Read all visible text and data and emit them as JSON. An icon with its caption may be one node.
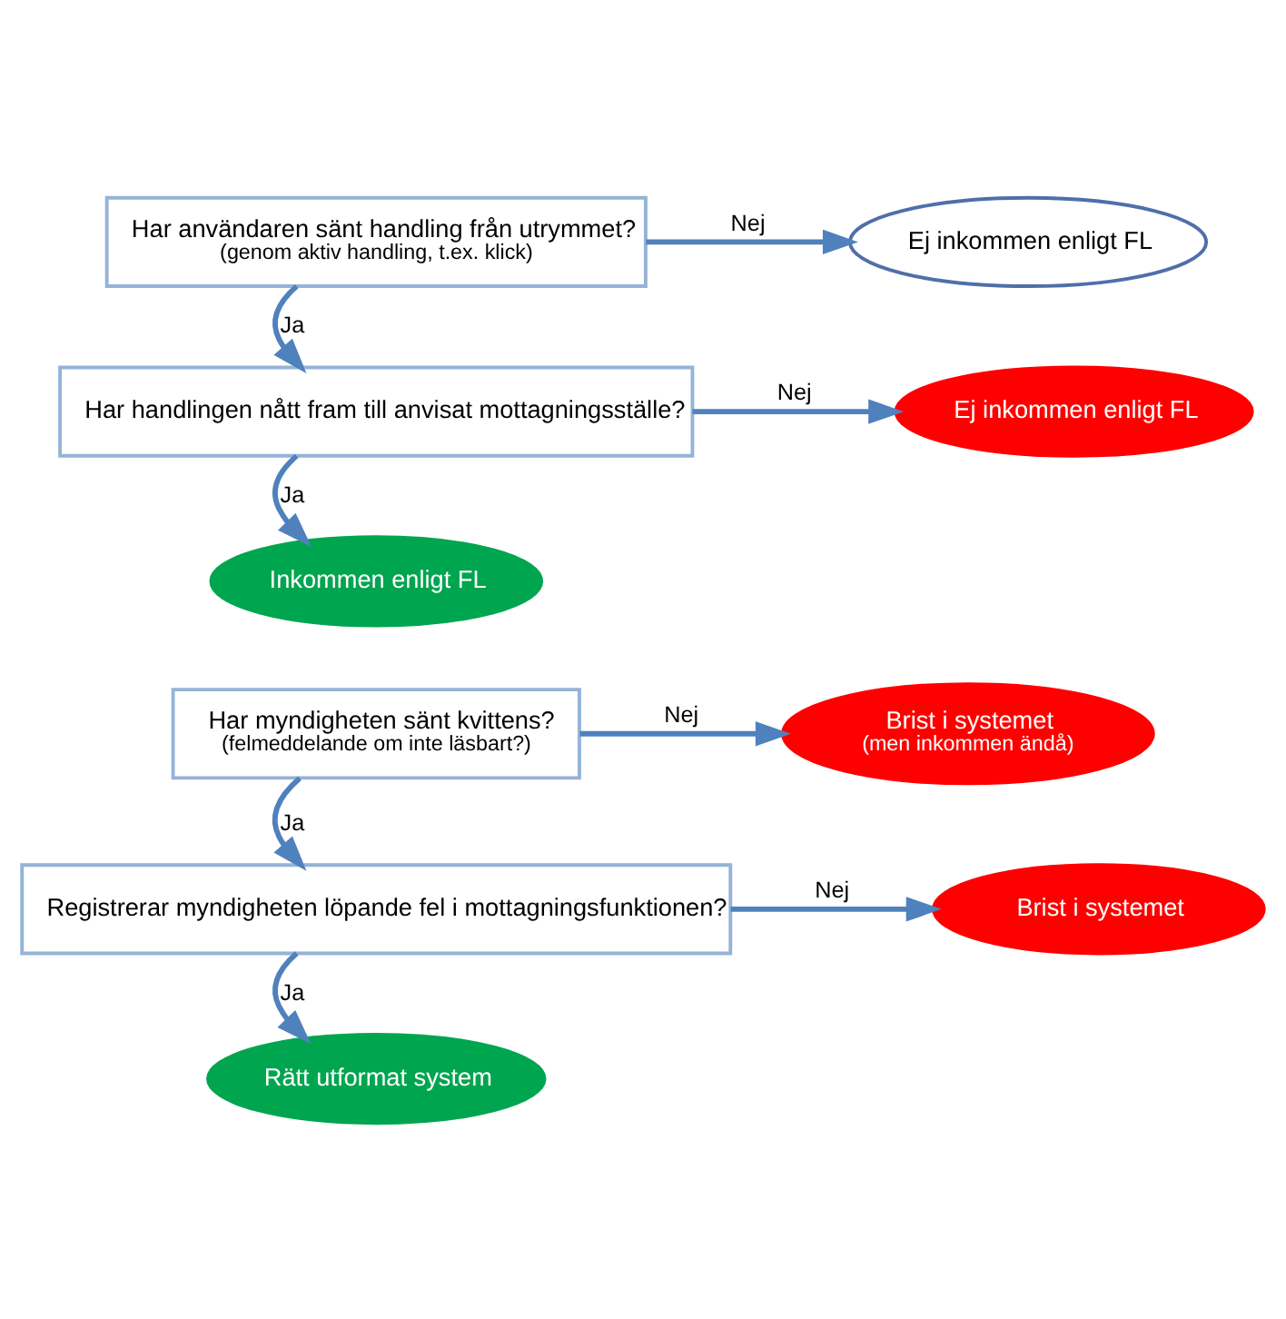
{
  "diagram": {
    "nodes": [
      {
        "text": [
          "Har användaren sänt handling från utrymmet?",
          "(genom aktiv handling, t.ex. klick)"
        ]
      },
      {
        "text": [
          "Ej inkommen enligt FL"
        ]
      },
      {
        "text": [
          "Har handlingen nått fram till anvisat mottagningsställe?"
        ]
      },
      {
        "text": [
          "Ej inkommen enligt FL"
        ]
      },
      {
        "text": [
          "Inkommen enligt FL"
        ]
      },
      {
        "text": [
          "Har myndigheten sänt kvittens?",
          "(felmeddelande om inte läsbart?)"
        ]
      },
      {
        "text": [
          "Brist i systemet",
          "(men inkommen ändå)"
        ]
      },
      {
        "text": [
          "Registrerar myndigheten löpande fel i mottagningsfunktionen?"
        ]
      },
      {
        "text": [
          "Brist i systemet"
        ]
      },
      {
        "text": [
          "Rätt utformat system"
        ]
      }
    ],
    "edges": [
      {
        "from": 0,
        "to": 1,
        "arrow": "to",
        "label": "Nej"
      },
      {
        "from": 0,
        "to": 2,
        "arrow": "to",
        "label": "Ja"
      },
      {
        "from": 2,
        "to": 3,
        "arrow": "to",
        "label": "Nej"
      },
      {
        "from": 2,
        "to": 4,
        "arrow": "to",
        "label": "Ja"
      },
      {
        "from": 5,
        "to": 6,
        "arrow": "to",
        "label": "Nej"
      },
      {
        "from": 5,
        "to": 7,
        "arrow": "to",
        "label": "Ja"
      },
      {
        "from": 7,
        "to": 8,
        "arrow": "to",
        "label": "Nej"
      },
      {
        "from": 7,
        "to": 9,
        "arrow": "to",
        "label": "Ja"
      }
    ]
  }
}
